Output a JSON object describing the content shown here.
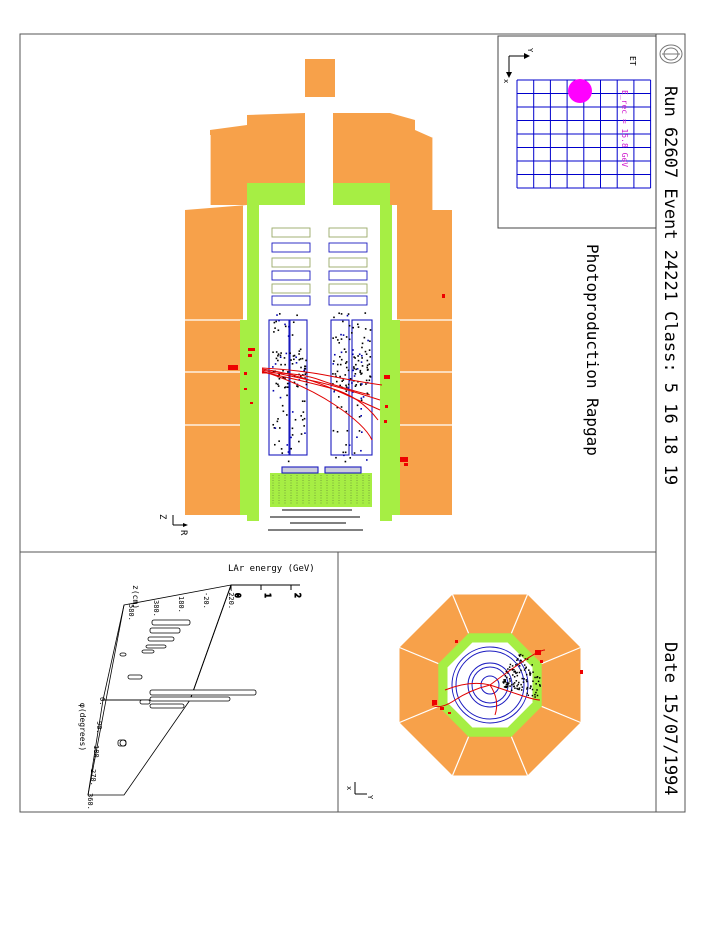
{
  "header": {
    "run_line": "Run 62607  Event 24221  Class: 5 16 18 19",
    "date_line": "Date 15/07/1994",
    "subtitle": "Photoproduction Rapgap"
  },
  "et_panel": {
    "label": "ET",
    "energy": "E_rec = 15.8 GeV",
    "axis_x": "x",
    "axis_y": "Y",
    "blob_color": "#ff00ff",
    "grid_color": "#0000cc"
  },
  "side_view": {
    "axis_z": "Z",
    "axis_r": "R"
  },
  "end_view": {
    "axis_x": "x",
    "axis_y": "Y"
  },
  "lego_plot": {
    "title": "LAr energy (GeV)",
    "energy_ticks": [
      "0",
      "1",
      "2"
    ],
    "z_label": "z(cm)",
    "z_ticks": [
      "-220.",
      "-20.",
      "180.",
      "380.",
      "580."
    ],
    "phi_label": "φ(degrees)",
    "phi_ticks": [
      "0.",
      "90.",
      "180.",
      "270.",
      "360."
    ]
  },
  "colors": {
    "calorimeter_outer": "#f7a14a",
    "calorimeter_inner": "#a6ee44",
    "tracker": "#1b1bc0",
    "tracks": "#e00000",
    "hits": "#000000",
    "deposits": "#ee0000"
  }
}
